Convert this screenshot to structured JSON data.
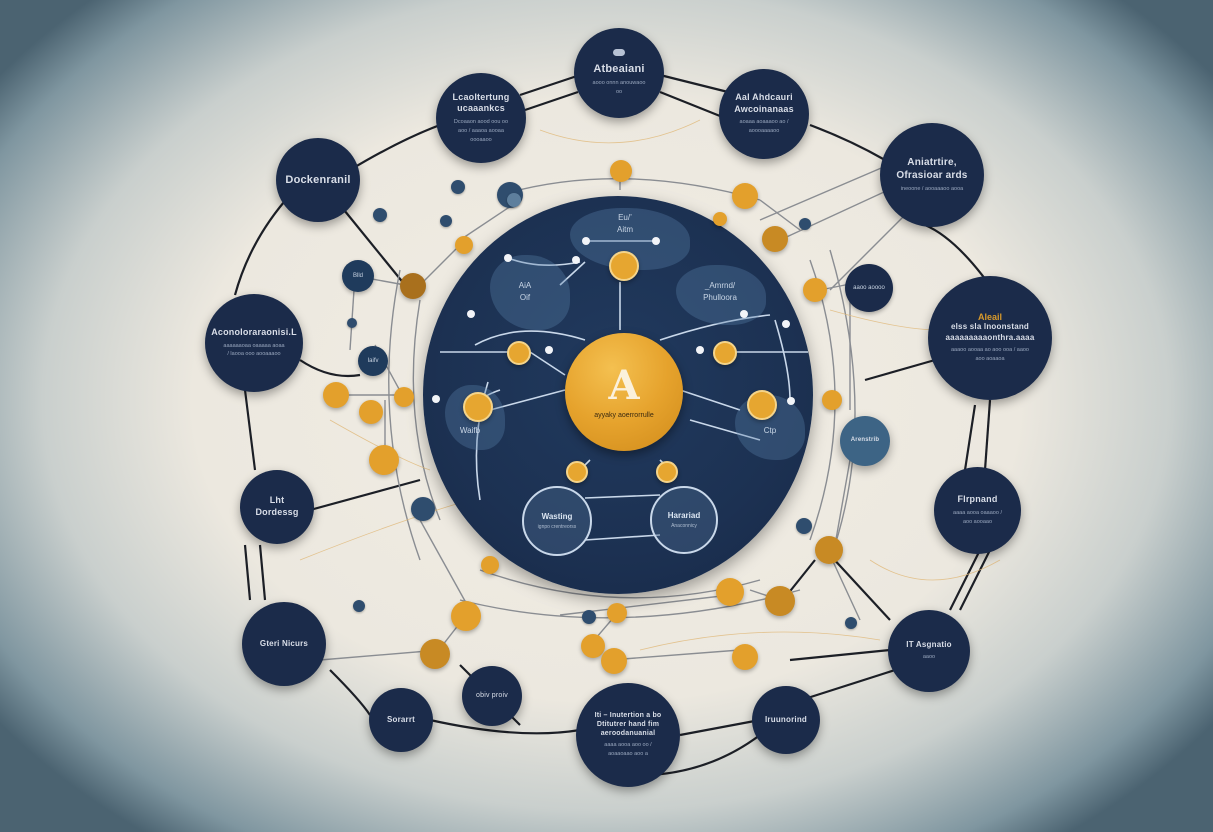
{
  "colors": {
    "node_navy": "#1b2b4a",
    "hub_blue": "#1c3152",
    "accent_gold": "#e3a02c",
    "background_light": "#ece8df",
    "background_edge": "#4b6371"
  },
  "core": {
    "letter": "A",
    "caption": "ayyaky aoerrorrulle"
  },
  "hub": {
    "clouds": [
      {
        "line1": "Eu/’",
        "line2": "Aitm"
      },
      {
        "line1": "AiA",
        "line2": "Oif"
      },
      {
        "line1": "_Amrnd/",
        "line2": "Phulloora"
      },
      {
        "line1": "Waifb",
        "line2": ""
      },
      {
        "line1": "Ctp",
        "line2": ""
      }
    ],
    "inner_rings": [
      {
        "title": "Wasting",
        "sub": "ignpo crentreorss"
      },
      {
        "title": "Harariad",
        "sub": "Anaconnicy"
      }
    ]
  },
  "outer_nodes": [
    {
      "id": "top-center",
      "title": "Atbeaiani",
      "sub": "aooo onnn anouwaoo oo"
    },
    {
      "id": "top-left",
      "title": "Lcaoltertung ucaaankcs",
      "sub": "Dcoaaon aood oou oo aoo / aaaoa aooaa oooaaoo"
    },
    {
      "id": "top-right",
      "title": "Aal Ahdcauri Awcoinanaas",
      "sub": "aoaaa aoaaaoo ao / aoooaaaaoo"
    },
    {
      "id": "far-top-right",
      "title": "Aniatrtire, Ofrasioar ards",
      "sub": "ineoone / aooaaaoo aooa"
    },
    {
      "id": "left-upper",
      "title": "Dockenranil",
      "sub": ""
    },
    {
      "id": "right-upper",
      "accent": "Aleail",
      "title": "elss sla lnoonstand aaaaaaaaaonthra.aaaa",
      "sub": "aaaoo aooaa ao aoo ooa / aaoo aoo aoaaoa"
    },
    {
      "id": "left-middle",
      "title": "Aconoloraraonisi.L",
      "sub": "aaaaaaoaa oaaaaa aoaa / laooa ooo aooaaaoo"
    },
    {
      "id": "right-small",
      "title": "Arenstrib",
      "sub": ""
    },
    {
      "id": "left-lower",
      "title": "Lht Dordessg",
      "sub": ""
    },
    {
      "id": "right-lower",
      "title": "Flrpnand",
      "sub": "aaaa aooa oaaaoo / aoo aooaao"
    },
    {
      "id": "bottom-left",
      "title": "Gteri Nicurs",
      "sub": ""
    },
    {
      "id": "bottom-right",
      "title": "IT Asgnatio",
      "sub": "aaoo"
    },
    {
      "id": "bottom-small-left",
      "title": "Sorarrt",
      "sub": ""
    },
    {
      "id": "bottom-small-mid",
      "title": "obiv proiv",
      "sub": ""
    },
    {
      "id": "bottom-center",
      "title": "Iti – Inutertion a bo Dtitutrer hand fim aeroodanuanial",
      "sub": "aaaa aooa aoo oo / aoaaoaao aoo a"
    },
    {
      "id": "bottom-right-small",
      "title": "Iruunorind",
      "sub": ""
    }
  ],
  "small_nodes": [
    {
      "id": "left-dot-a",
      "label": "Blld"
    },
    {
      "id": "left-dot-b",
      "label": "Iaifv"
    },
    {
      "id": "right-dot-a",
      "label": "aaoo aoooo"
    }
  ]
}
